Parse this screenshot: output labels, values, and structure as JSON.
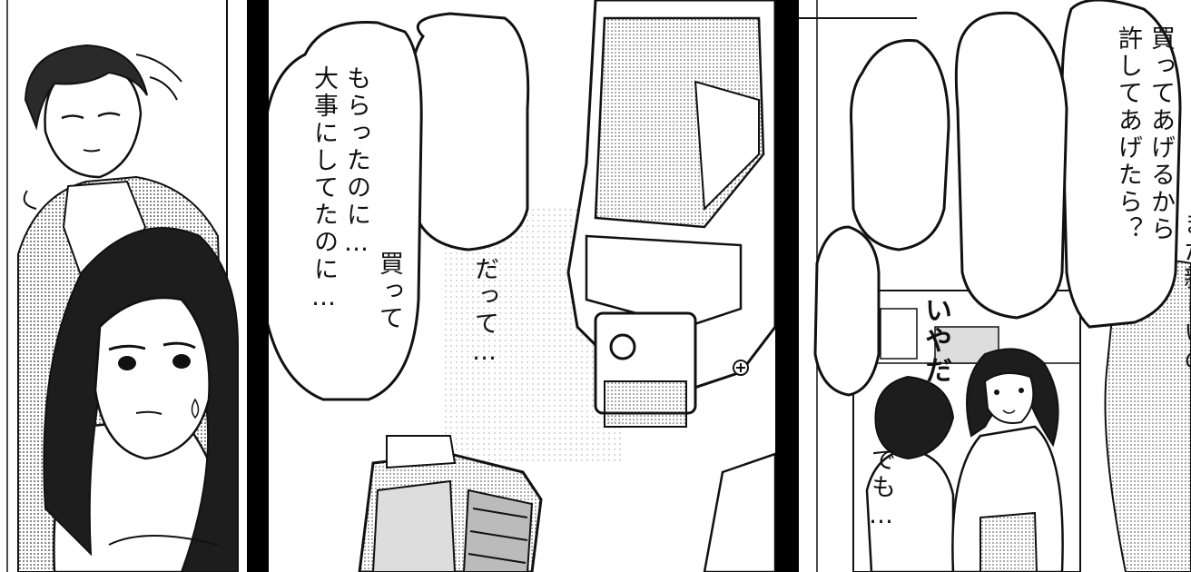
{
  "panels": [
    {
      "name": "left",
      "bubbles": []
    },
    {
      "name": "middle",
      "bubbles": [
        {
          "lines": [
            "だって…"
          ]
        },
        {
          "lines": [
            "買って",
            "もらったのに…",
            "大事にしてたのに…"
          ]
        }
      ]
    },
    {
      "name": "right",
      "bubbles": [
        {
          "lines": [
            "また新しいの",
            "買ってあげるから",
            "許してあげたら？"
          ]
        },
        {
          "lines": [
            "いやだ"
          ]
        },
        {
          "lines": [
            "でも…"
          ]
        }
      ]
    }
  ],
  "colors": {
    "ink": "#111111",
    "paper": "#ffffff",
    "screentone": "#9a9a9a"
  }
}
